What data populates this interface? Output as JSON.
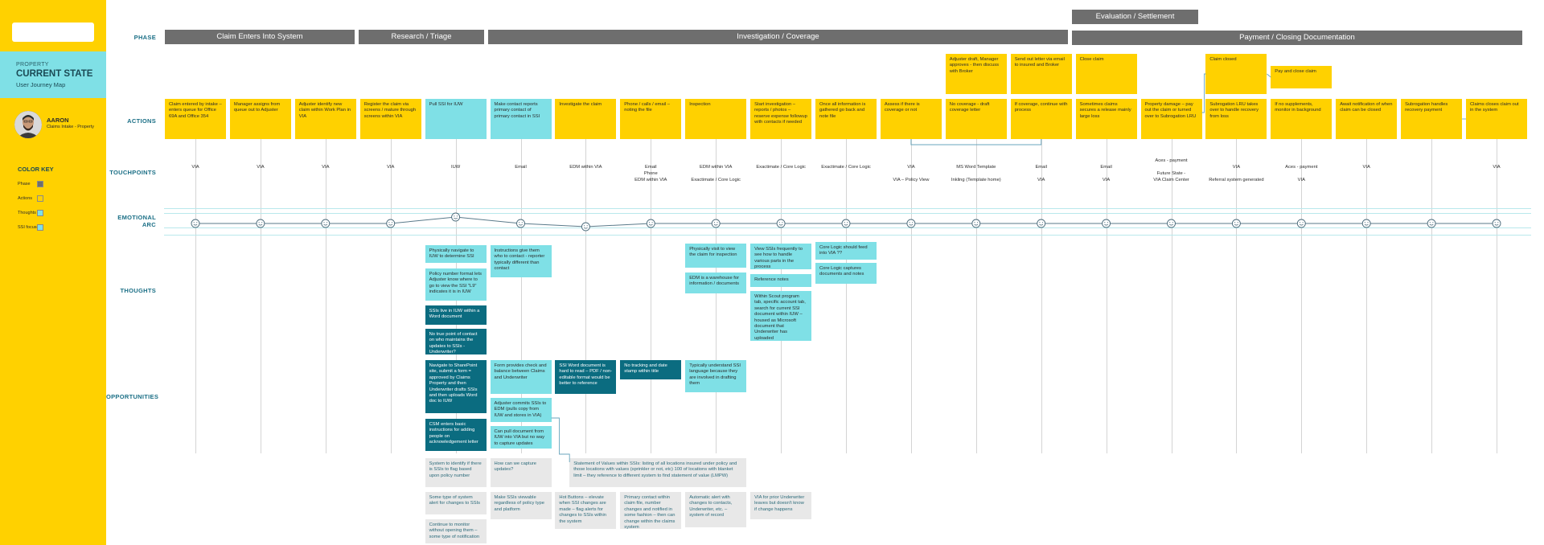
{
  "persona": {
    "map_kicker": "PROPERTY",
    "map_title": "CURRENT STATE",
    "map_subtitle": "User Journey Map",
    "name": "AARON",
    "role": "Claims Intake - Property"
  },
  "color_key": {
    "title": "COLOR KEY",
    "items": [
      {
        "label": "Phase",
        "color": "#6e6e6e"
      },
      {
        "label": "Actions",
        "color": "#ffd100"
      },
      {
        "label": "Thoughts",
        "color": "#7fe0e6"
      },
      {
        "label": "SSI focused",
        "color": "#7fe0e6"
      }
    ]
  },
  "row_labels": {
    "phase": "PHASE",
    "actions": "ACTIONS",
    "touchpoints": "TOUCHPOINTS",
    "emotional_1": "EMOTIONAL",
    "emotional_2": "ARC",
    "thoughts": "THOUGHTS",
    "opportunities": "OPPORTUNITIES"
  },
  "phases": [
    "Claim Enters Into System",
    "Research / Triage",
    "Investigation / Coverage",
    "Evaluation / Settlement",
    "Payment / Closing Documentation"
  ],
  "actions": [
    "Claim entered by intake – enters queue for Office 69A and Office 354",
    "Manager assigns from queue out to Adjuster",
    "Adjuster identify new claim within Work Plan in VIA",
    "Register the claim via screens / mature through screens within VIA",
    "Pull SSI for IUW",
    "Make contact reports primary contact of primary contact in SSI",
    "Investigate the claim",
    "Phone / calls / email – noting the file",
    "Inspection",
    "Start investigation – reports / photos – reserve expense followup with contacts if needed",
    "Once all information is gathered go back and note file",
    "Assess if there is coverage or not",
    "No coverage - draft coverage letter",
    "If coverage, continue with process",
    "Sometimes claims secures a release mainly large loss",
    "Property damage – pay out the claim or turned over to Subrogation LRU",
    "Subrogation LRU takes over to handle recovery from loss",
    "If no supplements, monitor in background",
    "Await notification of when claim can be closed",
    "Subrogation handles recovery payment",
    "Claims closes claim out in the system"
  ],
  "upper_actions": [
    "Adjuster draft, Manager approves - then discuss with Broker",
    "Send out letter via email to insured and Broker",
    "Close claim",
    "Claim closed",
    "Pay and close claim"
  ],
  "touchpoints": [
    "VIA",
    "VIA",
    "VIA",
    "VIA",
    "IUW",
    "Email",
    "EDM within VIA",
    "Email\nPhone\nEDM within VIA",
    "EDM within VIA\n\nExactimate / Core Logic",
    "Exactimate / Core Logic",
    "Exactimate / Core Logic",
    "VIA\n\nVIA – Policy View",
    "MS Word Template\n\nInkling (Template home)",
    "Email\n\nVIA",
    "Email\n\nVIA",
    "Aces - payment\n\nFuture State -\nVIA Claim Center",
    "VIA\n\nReferral system generated",
    "Aces - payment\n\nVIA",
    "VIA",
    "",
    "VIA"
  ],
  "thoughts": [
    {
      "col": 4,
      "text": "Physically navigate to IUW to determine SSI",
      "style": "cyan"
    },
    {
      "col": 4,
      "text": "Policy number format lets Adjuster know where to go to view the SSI \"L9\" indicates it is in IUW",
      "style": "cyan"
    },
    {
      "col": 4,
      "text": "SSIs live in IUW within a Word document",
      "style": "teal"
    },
    {
      "col": 4,
      "text": "No true point of contact on who maintains the updates to SSIs - Underwriter?",
      "style": "teal"
    },
    {
      "col": 5,
      "text": "Instructions give them who to contact - reporter typically different than contact",
      "style": "cyan"
    },
    {
      "col": 8,
      "text": "Physically visit to view the claim for inspection",
      "style": "cyan"
    },
    {
      "col": 8,
      "text": "EDM is a warehouse for information / documents",
      "style": "cyan"
    },
    {
      "col": 9,
      "text": "View SSIs frequently to see how to handle various parts in the process",
      "style": "cyan"
    },
    {
      "col": 9,
      "text": "Reference notes",
      "style": "cyan"
    },
    {
      "col": 9,
      "text": "Within Scout program tab, specific account tab, search for current SSI document within IUW – housed as Microsoft document that Underwriter has uploaded",
      "style": "cyan"
    },
    {
      "col": 10,
      "text": "Core Logic should feed into VIA ??",
      "style": "cyan"
    },
    {
      "col": 10,
      "text": "Core Logic captures documents and notes",
      "style": "cyan"
    }
  ],
  "opportunities": [
    {
      "text": "Navigate to SharePoint site, submit a form = approved by Claims Property and then Underwriter drafts SSIs and then uploads Word doc to IUW",
      "style": "teal"
    },
    {
      "text": "CSM enters basic instructions for adding people on acknowledgement letter",
      "style": "teal"
    },
    {
      "text": "Form provides check and balance between Claims and Underwriter",
      "style": "cyan"
    },
    {
      "text": "Adjuster commits SSIs to EDM (pulls copy from IUW and stores in VIA)",
      "style": "cyan"
    },
    {
      "text": "Can pull document from IUW into VIA but no way to capture updates",
      "style": "cyan"
    },
    {
      "text": "SSI Word document is hard to read – PDF / non-editable format would be better to reference",
      "style": "teal"
    },
    {
      "text": "No tracking and date stamp within title",
      "style": "teal"
    },
    {
      "text": "Typically understand SSI language because they are involved in drafting them",
      "style": "cyan"
    },
    {
      "text": "System to identify if there is SSIs to flag based upon policy number",
      "style": "gray"
    },
    {
      "text": "How can we capture updates?",
      "style": "gray"
    },
    {
      "text": "Statement of Values within SSIs: listing of all locations insured under policy and those locations with values (sprinkler or not, etc) 100 of locations with blanket limit – they reference to different system to find statement of value (LMPW)",
      "style": "gray"
    },
    {
      "text": "Some type of system alert for changes to SSIs",
      "style": "gray"
    },
    {
      "text": "Make SSIs viewable regardless of policy type and platform",
      "style": "gray"
    },
    {
      "text": "Hot Buttons – elevate when SSI changes are made – flag alerts for changes to SSIs within the system",
      "style": "gray"
    },
    {
      "text": "Primary contact within claim file, number changes and notified in some fashion – then can change within the claims system",
      "style": "gray"
    },
    {
      "text": "Automatic alert with changes to contacts, Underwriter, etc. – system of record",
      "style": "gray"
    },
    {
      "text": "VIA for prior Underwriter leaves but doesn't know if change happens",
      "style": "gray"
    },
    {
      "text": "Continue to monitor without opening them – some type of notification",
      "style": "gray"
    }
  ],
  "emotion_levels": [
    0,
    0,
    0,
    0,
    1,
    0,
    -0.5,
    0,
    0,
    0,
    0,
    0,
    0,
    0,
    0,
    0,
    0,
    0,
    0,
    0,
    0
  ]
}
